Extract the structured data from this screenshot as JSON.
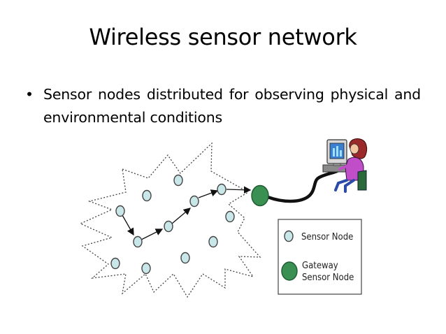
{
  "slide": {
    "title": "Wireless sensor network",
    "bullet_symbol": "•",
    "bullet_text": "Sensor nodes distributed for observing physical and environmental conditions"
  },
  "diagram": {
    "legend": {
      "sensor_label": "Sensor Node",
      "gateway_label_line1": "Gateway",
      "gateway_label_line2": "Sensor Node"
    },
    "colors": {
      "sensor_fill": "#c9e6e8",
      "gateway_fill": "#3a8f52",
      "outline": "#444444",
      "cable": "#111111"
    }
  }
}
